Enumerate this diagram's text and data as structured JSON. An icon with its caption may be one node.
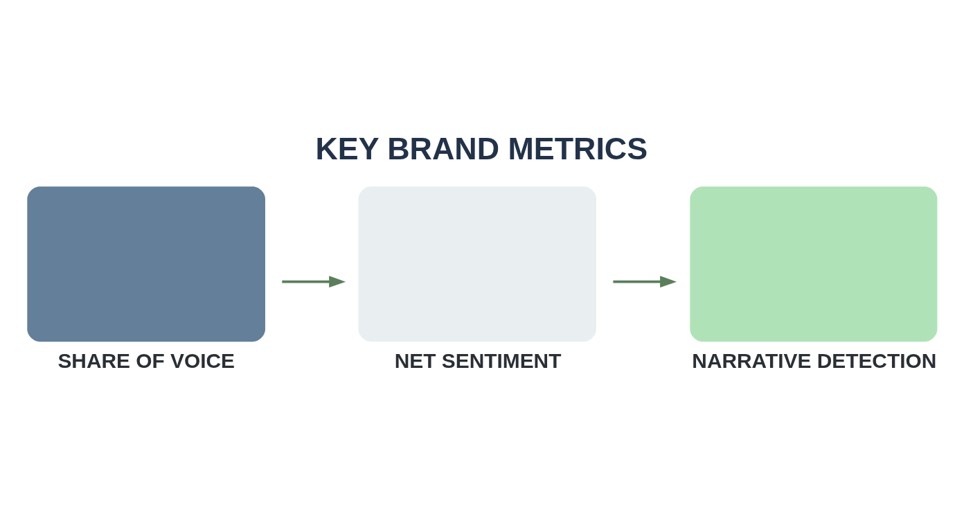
{
  "diagram": {
    "title": "KEY BRAND METRICS",
    "nodes": [
      {
        "text": [
          "SHARE OF VOICE"
        ]
      },
      {
        "text": [
          "NET SENTIMENT"
        ]
      },
      {
        "text": [
          "NARRATIVE DETECTION"
        ]
      }
    ],
    "edges": [
      {
        "from": 0,
        "to": 1,
        "arrow": "to"
      },
      {
        "from": 1,
        "to": 2,
        "arrow": "to"
      }
    ]
  }
}
